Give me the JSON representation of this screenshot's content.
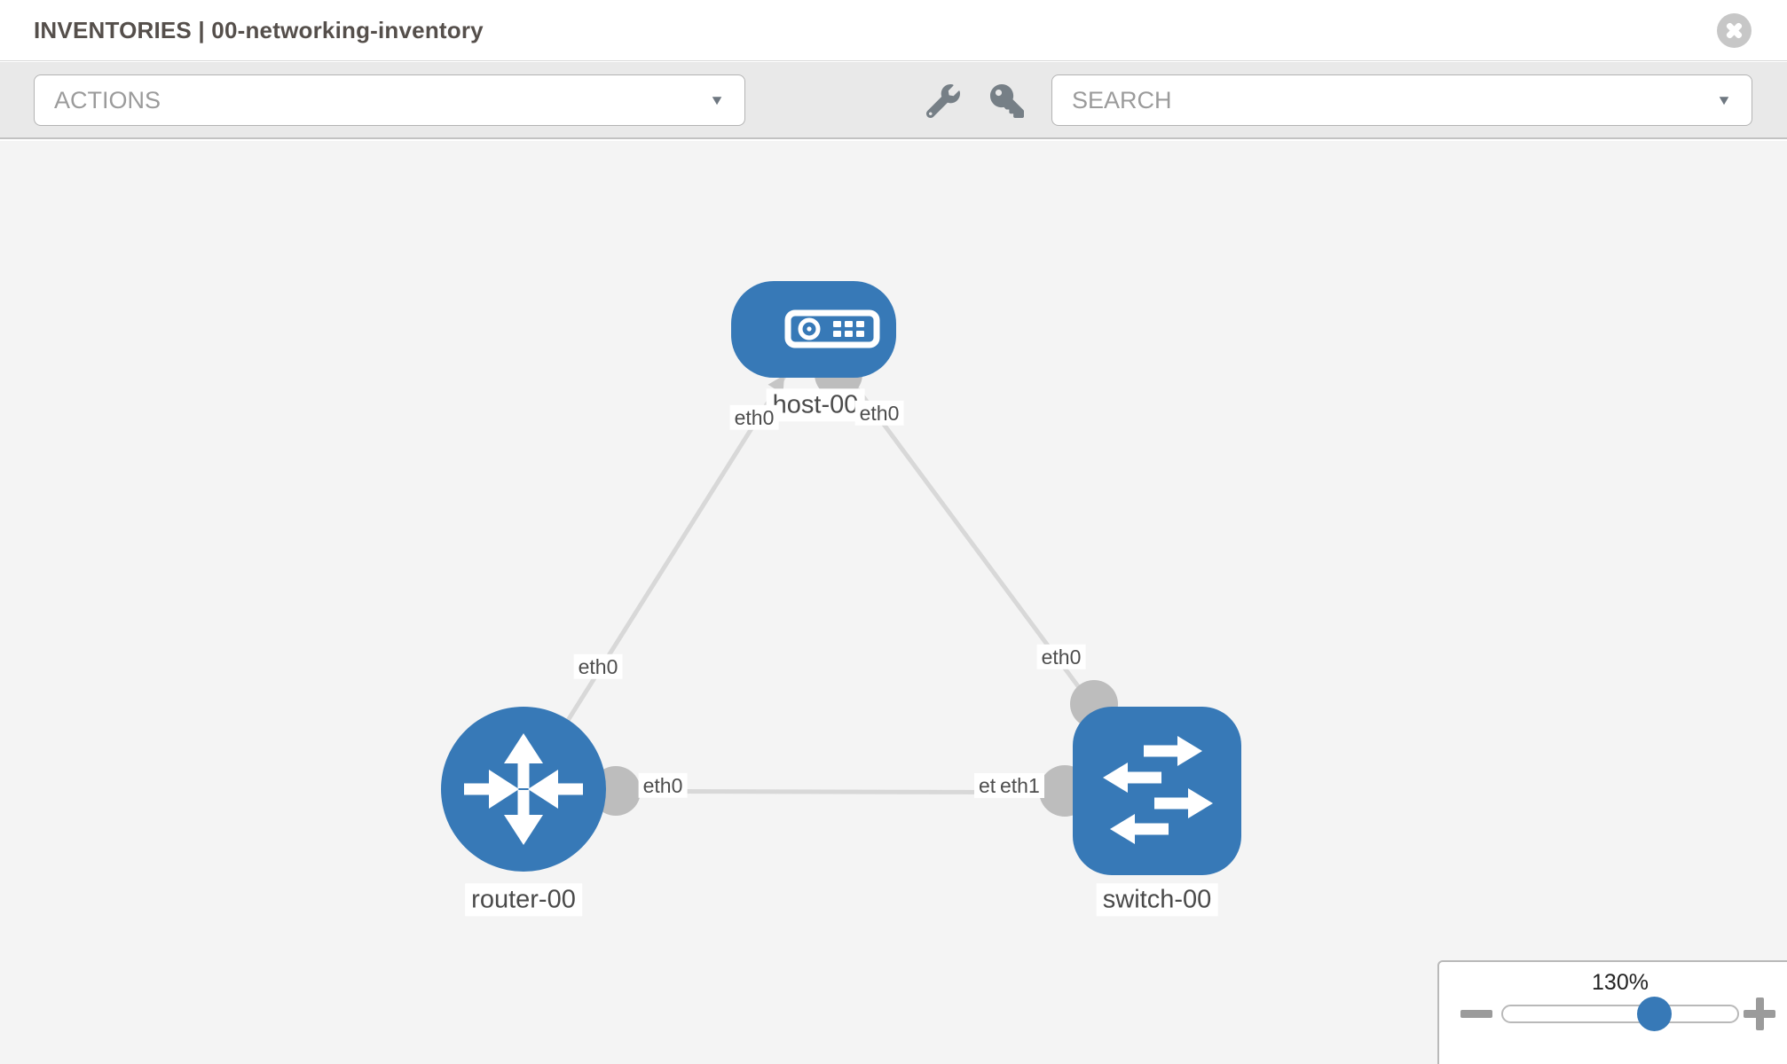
{
  "header": {
    "title": "INVENTORIES | 00-networking-inventory",
    "close_icon": "circle-x"
  },
  "toolbar": {
    "actions": {
      "label": "ACTIONS",
      "caret_icon": "chevron-down"
    },
    "search": {
      "label": "SEARCH",
      "caret_icon": "chevron-down"
    },
    "wrench_icon": "wrench",
    "key_icon": "key"
  },
  "icons": {
    "caret": "▼"
  },
  "topology": {
    "nodes": [
      {
        "name": "host-00",
        "type": "host",
        "icon": "server-icon"
      },
      {
        "name": "router-00",
        "type": "router",
        "icon": "router-arrows-icon"
      },
      {
        "name": "switch-00",
        "type": "switch",
        "icon": "switch-arrows-icon"
      }
    ],
    "links": [
      {
        "from": "router-00",
        "to": "host-00"
      },
      {
        "from": "host-00",
        "to": "switch-00"
      },
      {
        "from": "router-00",
        "to": "switch-00"
      }
    ],
    "interface_labels": [
      {
        "text": "eth0",
        "position": "host-bottom-left"
      },
      {
        "text": "eth0",
        "position": "host-bottom-right"
      },
      {
        "text": "eth0",
        "position": "router-link-upper"
      },
      {
        "text": "eth0",
        "position": "switch-link-upper"
      },
      {
        "text": "eth0",
        "position": "router-right"
      },
      {
        "text": "eth0",
        "position": "switch-left-behind"
      },
      {
        "text": "eth1",
        "position": "switch-left-front"
      }
    ]
  },
  "zoom_control": {
    "level": "130%",
    "minus_icon": "minus",
    "plus_icon": "plus"
  },
  "colors": {
    "node_blue": "#3779b7",
    "edge_gray": "#d8d8d8",
    "connector_gray": "#bdbdbd",
    "toolbar_gray": "#e9e9e9",
    "canvas_gray": "#f4f4f4"
  }
}
